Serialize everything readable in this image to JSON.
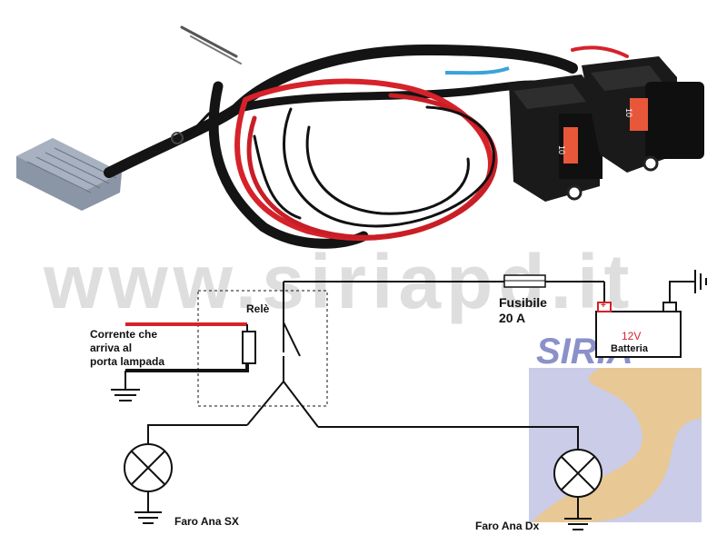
{
  "watermark": "www.siriapd.it",
  "logo_text": "SIRIA",
  "labels": {
    "rele": "Relè",
    "corrente_line1": "Corrente che",
    "corrente_line2": "arriva al",
    "corrente_line3": "porta lampada",
    "fusibile": "Fusibile",
    "fusibile_value": "20 A",
    "battery_voltage": "12V",
    "battery_name": "Batteria",
    "battery_plus": "+",
    "faro_sx": "Faro Ana SX",
    "faro_dx": "Faro Ana Dx",
    "fuse_mark": "10"
  },
  "colors": {
    "wire_red": "#d6222a",
    "wire_black": "#111111",
    "relay_box": "#1a1a1a",
    "fuse_orange": "#e8573a",
    "connector_gray": "#8a95a6",
    "logo_blue": "#7f86c6",
    "logo_yellow": "#e9b24f"
  }
}
